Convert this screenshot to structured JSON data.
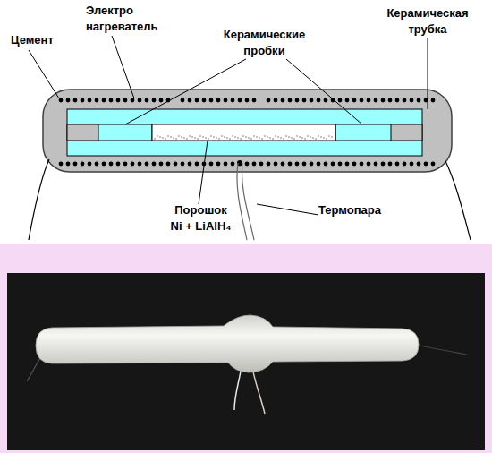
{
  "diagram": {
    "labels": [
      "Цемент",
      "Электро нагреватель",
      "Керамические пробки",
      "Керамическая трубка",
      "Порошок Ni + LiAlH₄",
      "Термопара"
    ]
  }
}
